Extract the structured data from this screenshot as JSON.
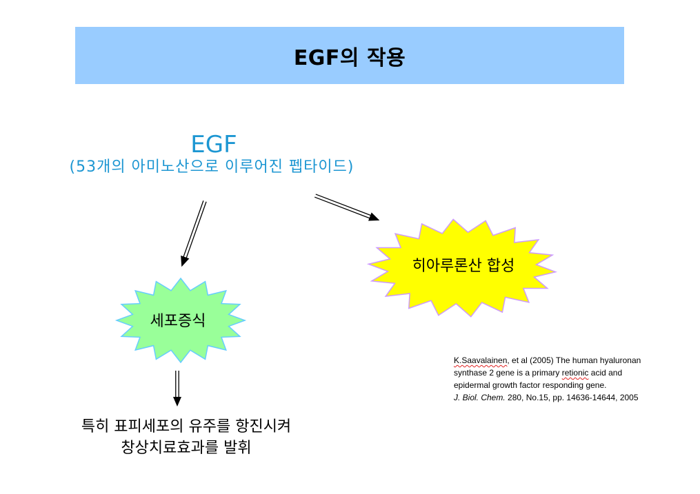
{
  "slide": {
    "title": "EGF의 작용"
  },
  "egf": {
    "label": "EGF",
    "description": "(53개의 아미노산으로 이루어진 펩타이드)"
  },
  "effects": {
    "proliferation": "세포증식",
    "hyaluronan_synthesis": "히아루론산 합성"
  },
  "outcome": {
    "line1": "특히 표피세포의 유주를 항진시켜",
    "line2": "창상치료효과를 발휘"
  },
  "citation": {
    "line1_author": "K.Saavalainen",
    "line1_rest": ", et al (2005) The human hyaluronan",
    "line2_pre": "synthase 2 gene is a primary ",
    "line2_word": "retionic",
    "line2_post": " acid and",
    "line3": "epidermal growth factor responding gene.",
    "journal": "J. Biol. Chem.",
    "details": " 280, No.15, pp. 14636-14644, 2005"
  },
  "colors": {
    "banner": "#99CCFF",
    "egf_text": "#1C96D2",
    "burst_green_fill": "#99FF99",
    "burst_green_outline": "#66CCFF",
    "burst_yellow_fill": "#FFFF00",
    "burst_yellow_outline": "#CC99FF",
    "arrow": "#000000"
  }
}
